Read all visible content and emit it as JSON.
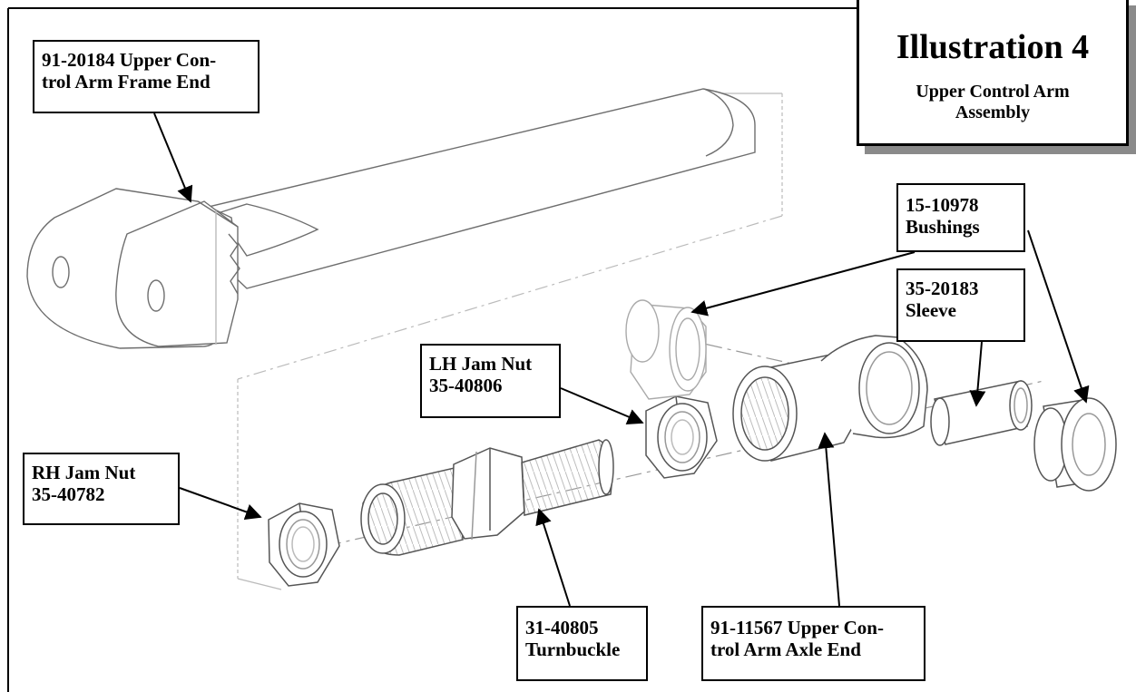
{
  "illustration": {
    "title": "Illustration 4",
    "subtitle_line1": "Upper Control Arm",
    "subtitle_line2": "Assembly"
  },
  "callouts": {
    "frame_end": {
      "line1": "91-20184 Upper Con-",
      "line2": "trol Arm Frame End"
    },
    "bushings": {
      "line1": "15-10978",
      "line2": "Bushings"
    },
    "sleeve": {
      "line1": "35-20183",
      "line2": "Sleeve"
    },
    "lh_jam_nut": {
      "line1": "LH Jam Nut",
      "line2": "35-40806"
    },
    "rh_jam_nut": {
      "line1": "RH Jam Nut",
      "line2": "35-40782"
    },
    "turnbuckle": {
      "line1": "31-40805",
      "line2": "Turnbuckle"
    },
    "axle_end": {
      "line1": "91-11567 Upper Con-",
      "line2": "trol Arm Axle End"
    }
  }
}
